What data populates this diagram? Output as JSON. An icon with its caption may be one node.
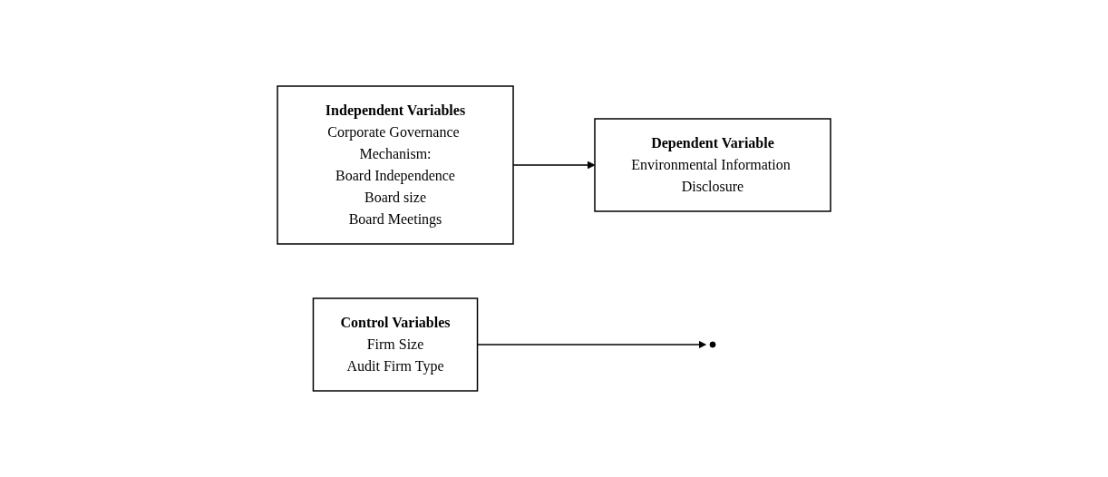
{
  "diagram": {
    "nodes": [
      {
        "text": [
          "Independent Variables",
          "Corporate Governance Mechanism:",
          "Board Independence",
          "Board size",
          "Board Meetings"
        ]
      },
      {
        "text": [
          "Dependent Variable",
          "Environmental Information Disclosure"
        ]
      },
      {
        "text": [
          "Control Variables",
          "Firm Size",
          "Audit Firm Type"
        ]
      }
    ],
    "edges": [
      {
        "from": 0,
        "to": 1,
        "arrow": "to"
      },
      {
        "from": 2,
        "to": null,
        "arrow": "to"
      }
    ]
  }
}
